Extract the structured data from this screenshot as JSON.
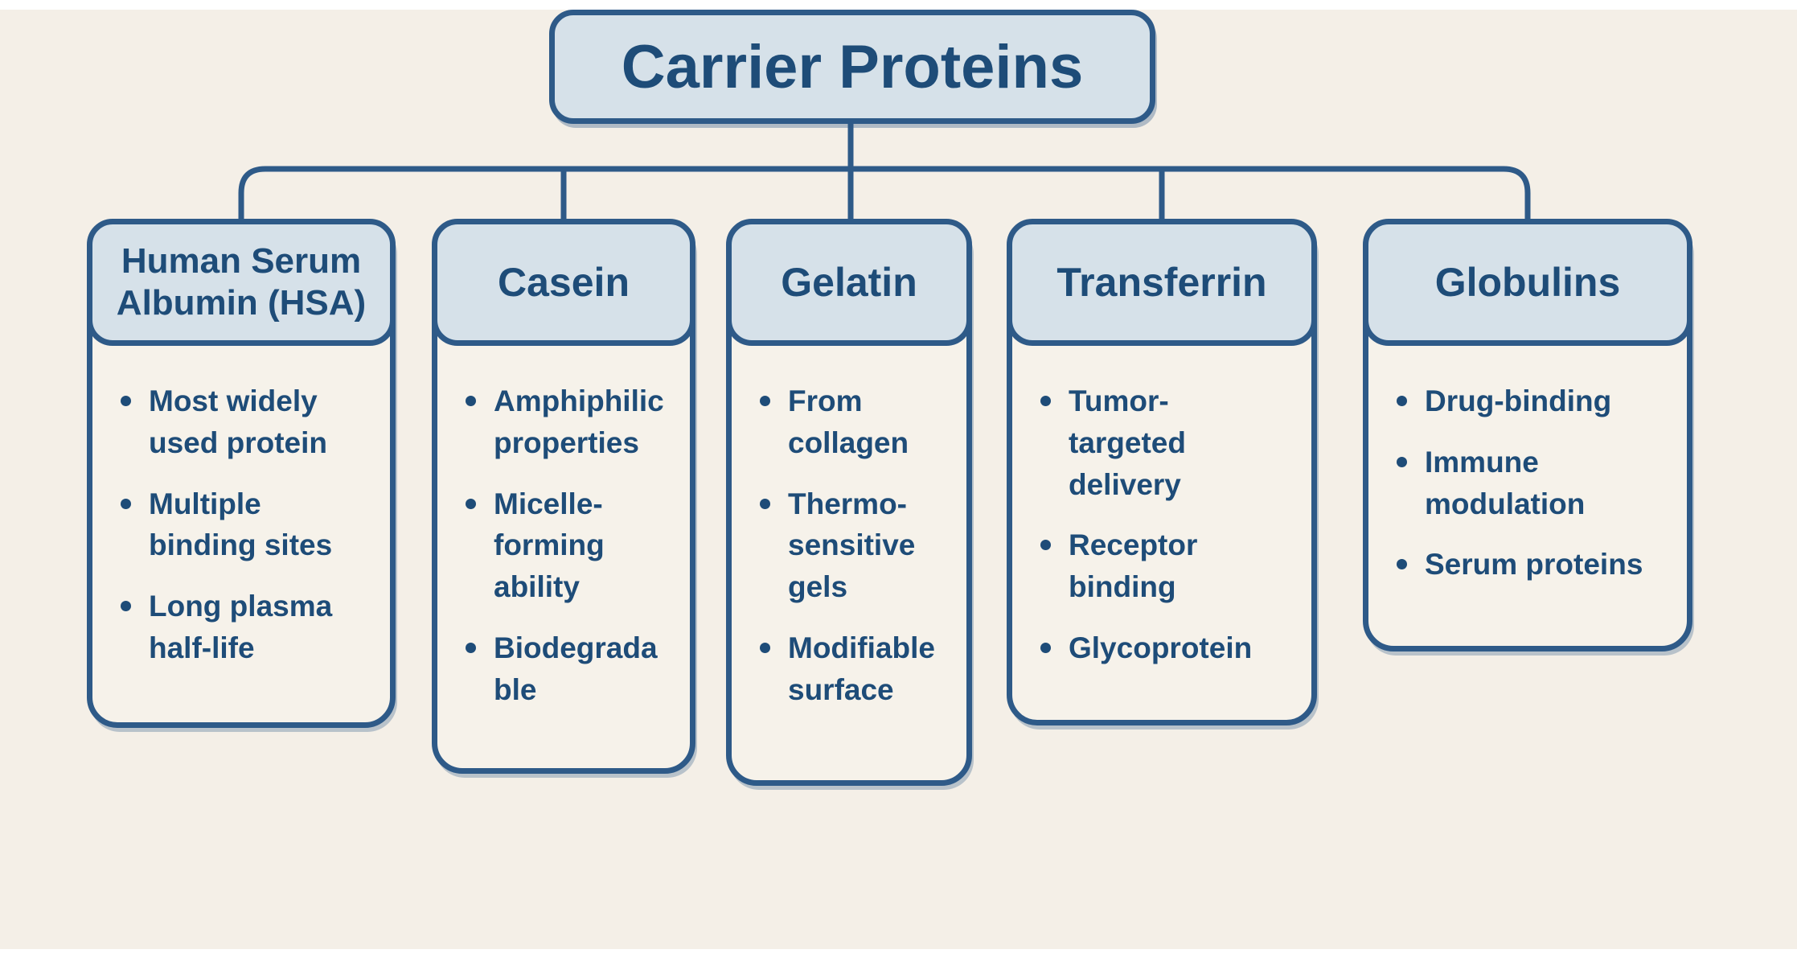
{
  "title": "Carrier Proteins",
  "columns": [
    {
      "header": "Human Serum Albumin (HSA)",
      "bullets": [
        "Most widely used protein",
        "Multiple binding sites",
        "Long plasma half-life"
      ]
    },
    {
      "header": "Casein",
      "bullets": [
        "Amphiphilic properties",
        "Micelle-forming ability",
        "Biodegradable"
      ]
    },
    {
      "header": "Gelatin",
      "bullets": [
        "From collagen",
        "Thermo-sensitive gels",
        "Modifiable surface"
      ]
    },
    {
      "header": "Transferrin",
      "bullets": [
        "Tumor-targeted delivery",
        "Receptor binding",
        "Glycoprotein"
      ]
    },
    {
      "header": "Globulins",
      "bullets": [
        "Drug-binding",
        "Immune modulation",
        "Serum proteins"
      ]
    }
  ],
  "colors": {
    "line": "#2e5a88",
    "text": "#1e4c78",
    "header_fill": "#d6e1e9",
    "background": "#f4efe7",
    "panel_fill": "#f6f2ea",
    "margin_band": "#ffffff"
  }
}
